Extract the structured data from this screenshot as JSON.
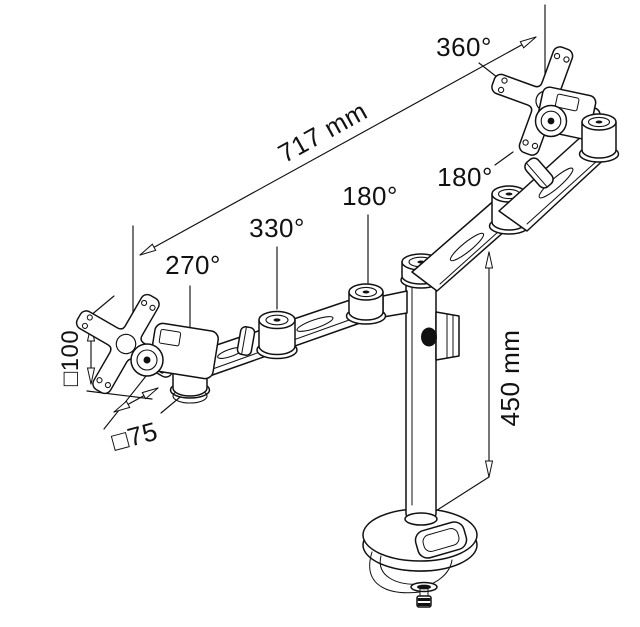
{
  "diagram": {
    "subject": "Dual monitor desk mount arm dimension drawing",
    "style": "black line art on white",
    "line_color": "#111111",
    "background": "#ffffff",
    "annotations": {
      "top_vesa_rotation": "360°",
      "arm_reach": "717 mm",
      "upper_arm_swivel": "180°",
      "lower_arm_swivel": "180°",
      "elbow_swivel": "330°",
      "vesa_head_swivel": "270°",
      "vesa_pattern_large": "□100",
      "vesa_pattern_small": "□75",
      "pole_height": "450 mm"
    }
  }
}
